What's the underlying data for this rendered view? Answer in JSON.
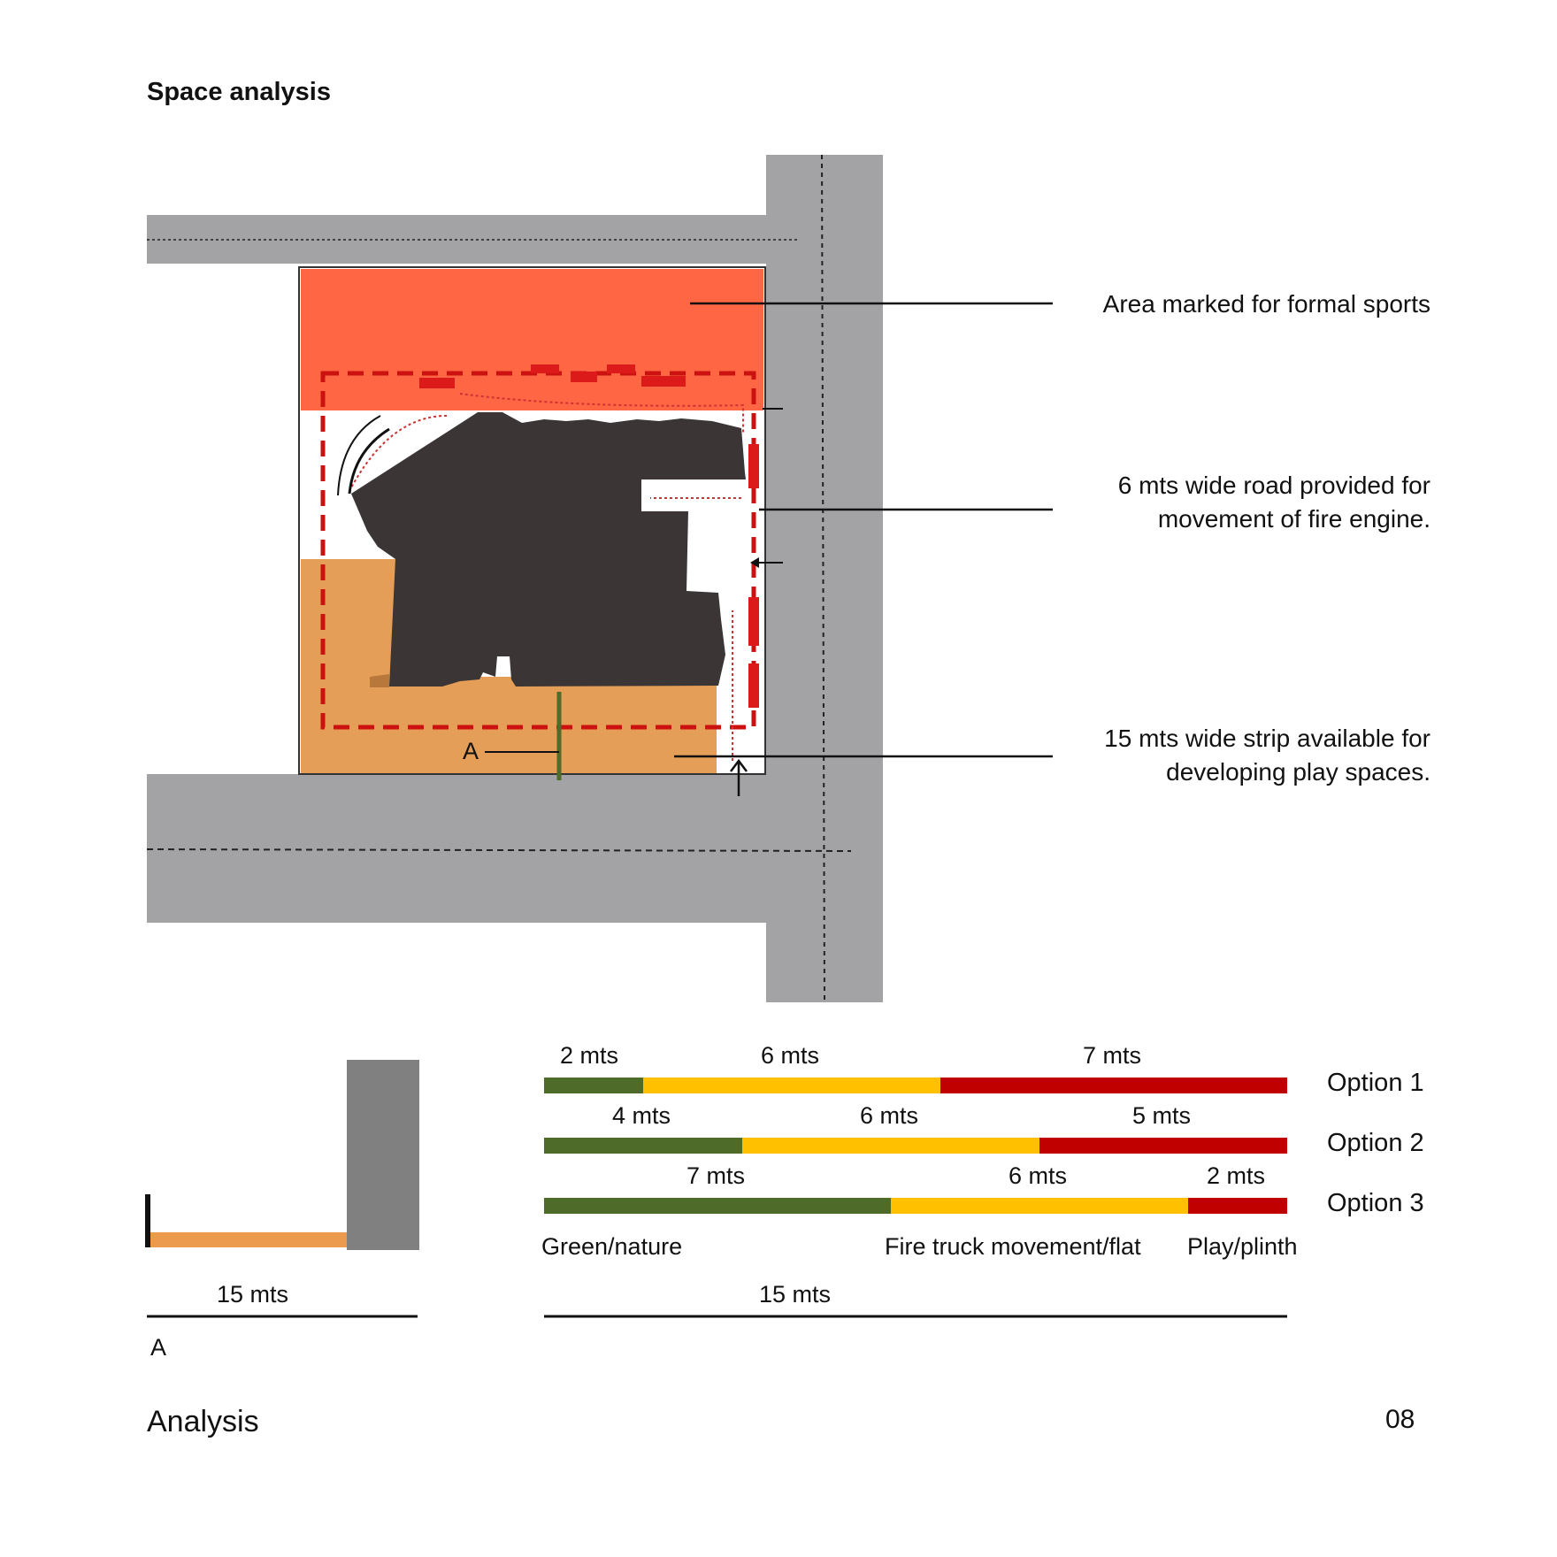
{
  "page": {
    "title": "Space analysis",
    "footer_left": "Analysis",
    "page_number": "08"
  },
  "site_plan": {
    "callouts": [
      {
        "text": "Area marked for formal sports"
      },
      {
        "line1": "6 mts wide road provided for",
        "line2": "movement of fire engine."
      },
      {
        "line1": "15 mts wide strip available for",
        "line2": "developing play spaces."
      }
    ],
    "section_marker": "A",
    "colors": {
      "road": "#a3a3a6",
      "sports_area": "#ff6644",
      "play_strip": "#e59e57",
      "building": "#3b3535",
      "fire_route": "#cc1111",
      "section_line": "#4f6b2a"
    }
  },
  "section_a": {
    "width_label": "15 mts",
    "marker": "A",
    "colors": {
      "ground": "#ec9a4e",
      "building": "#808080"
    }
  },
  "options": {
    "rows": [
      {
        "label": "Option 1",
        "segments": [
          {
            "width_label": "2 mts",
            "value": 2,
            "category": "green"
          },
          {
            "width_label": "6 mts",
            "value": 6,
            "category": "fire"
          },
          {
            "width_label": "7 mts",
            "value": 7,
            "category": "play"
          }
        ]
      },
      {
        "label": "Option 2",
        "segments": [
          {
            "width_label": "4 mts",
            "value": 4,
            "category": "green"
          },
          {
            "width_label": "6 mts",
            "value": 6,
            "category": "fire"
          },
          {
            "width_label": "5 mts",
            "value": 5,
            "category": "play"
          }
        ]
      },
      {
        "label": "Option 3",
        "segments": [
          {
            "width_label": "7 mts",
            "value": 7,
            "category": "green"
          },
          {
            "width_label": "6 mts",
            "value": 6,
            "category": "fire"
          },
          {
            "width_label": "2 mts",
            "value": 2,
            "category": "play"
          }
        ]
      }
    ],
    "legend": [
      {
        "key": "green",
        "label": "Green/nature",
        "color": "#4f6b2a"
      },
      {
        "key": "fire",
        "label": "Fire truck movement/flat",
        "color": "#ffc000"
      },
      {
        "key": "play",
        "label": "Play/plinth",
        "color": "#c00000"
      }
    ],
    "total_label": "15 mts",
    "total_value": 15
  }
}
